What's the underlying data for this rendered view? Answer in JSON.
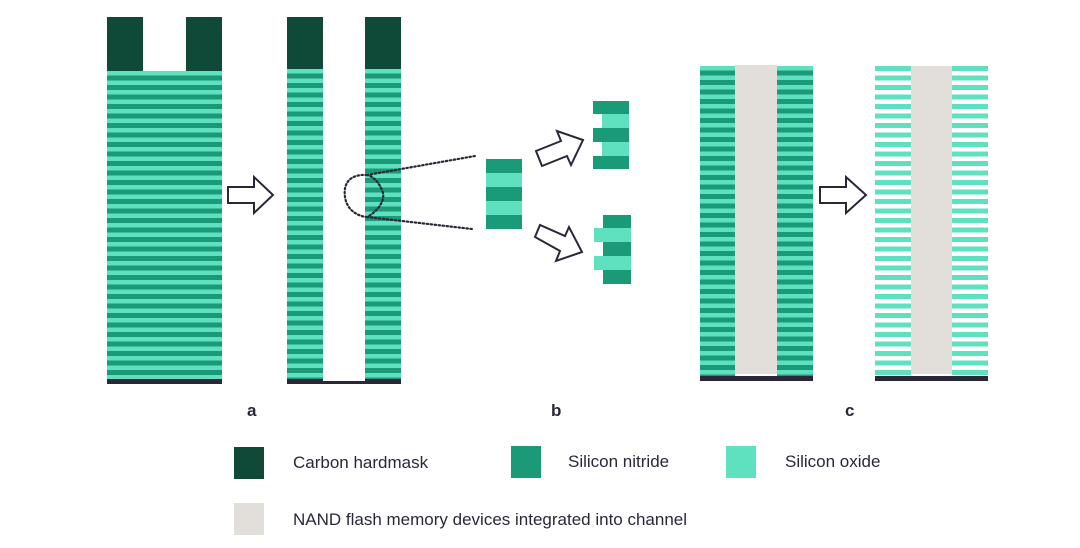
{
  "panels": {
    "a": {
      "label": "a"
    },
    "b": {
      "label": "b"
    },
    "c": {
      "label": "c"
    }
  },
  "legend": [
    {
      "name": "carbon-hardmask",
      "label": "Carbon hardmask",
      "color": "#0f4a38"
    },
    {
      "name": "silicon-nitride",
      "label": "Silicon nitride",
      "color": "#1b9a78"
    },
    {
      "name": "silicon-oxide",
      "label": "Silicon oxide",
      "color": "#5fe0bf"
    },
    {
      "name": "nand-channel",
      "label": "NAND flash memory devices integrated into channel",
      "color": "#e2dfda"
    }
  ],
  "colors": {
    "hardmask": "#0f4a38",
    "nitride": "#1b9a78",
    "oxide": "#5fe0bf",
    "channel": "#e2dfda",
    "substrate": "#2a2838"
  }
}
